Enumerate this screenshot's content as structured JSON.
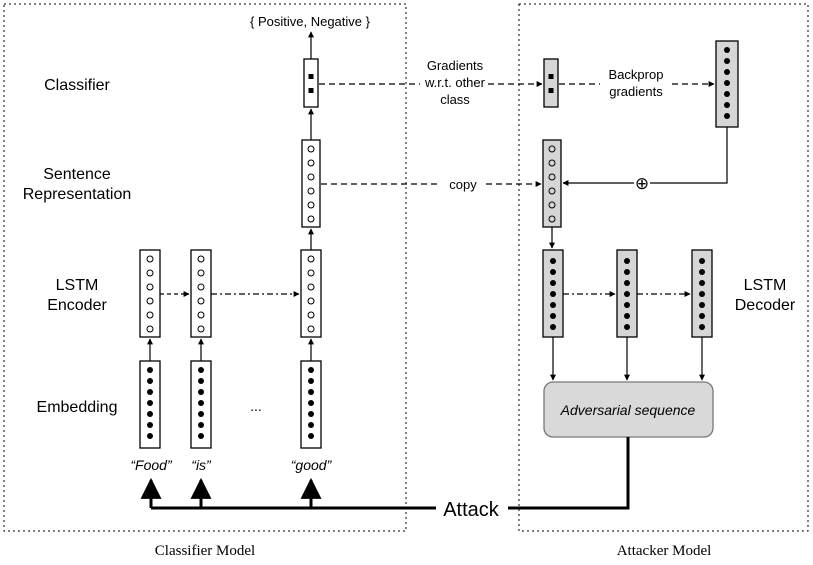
{
  "panels": {
    "classifier_caption": "Classifier Model",
    "attacker_caption": "Attacker Model"
  },
  "row_labels": {
    "classifier": "Classifier",
    "sentence_rep_line1": "Sentence",
    "sentence_rep_line2": "Representation",
    "lstm_encoder_line1": "LSTM",
    "lstm_encoder_line2": "Encoder",
    "embedding": "Embedding",
    "lstm_decoder_line1": "LSTM",
    "lstm_decoder_line2": "Decoder"
  },
  "output_classes": "{ Positive, Negative }",
  "tokens": [
    "“Food”",
    "“is”",
    "“good”"
  ],
  "ellipsis": "...",
  "edge_labels": {
    "gradients_line1": "Gradients",
    "gradients_line2": "w.r.t. other",
    "gradients_line3": "class",
    "backprop_line1": "Backprop",
    "backprop_line2": "gradients",
    "copy": "copy",
    "plus": "⊕"
  },
  "adversarial_sequence": "Adversarial sequence",
  "attack": "Attack",
  "colors": {
    "stroke": "#000000",
    "shaded_fill": "#d6d6d6",
    "seq_fill": "#d9d9d9",
    "seq_stroke": "#777777"
  }
}
